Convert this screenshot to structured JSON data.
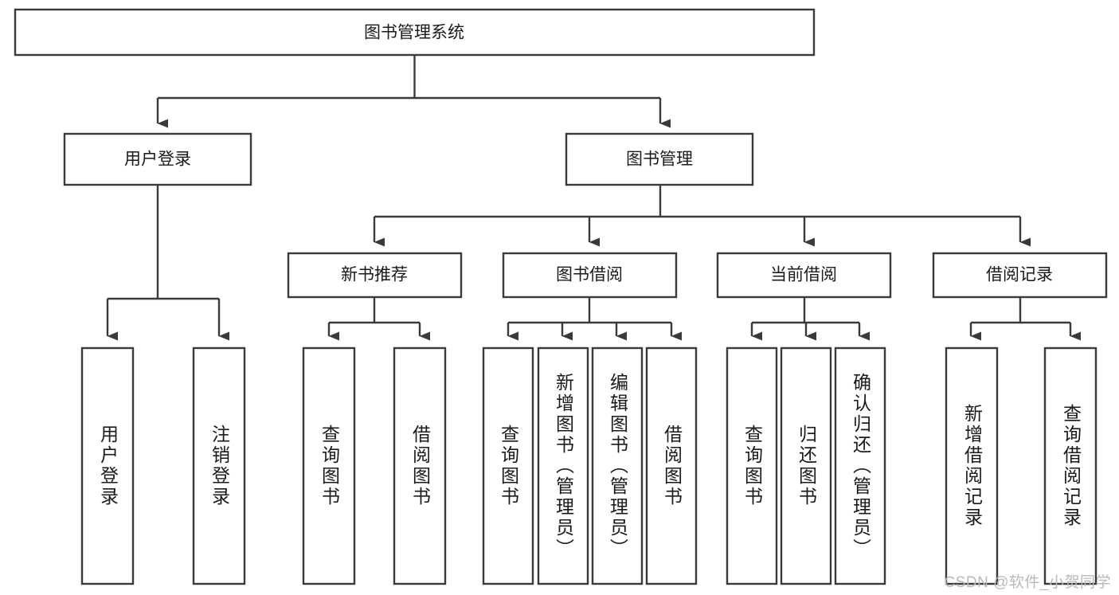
{
  "diagram": {
    "title": "图书管理系统",
    "type": "tree-hierarchy-chart",
    "root": {
      "label": "图书管理系统"
    },
    "level2": [
      {
        "label": "用户登录"
      },
      {
        "label": "图书管理"
      }
    ],
    "level3": [
      {
        "label": "新书推荐"
      },
      {
        "label": "图书借阅"
      },
      {
        "label": "当前借阅"
      },
      {
        "label": "借阅记录"
      }
    ],
    "leaves": {
      "user_login": [
        {
          "label": "用户登录"
        },
        {
          "label": "注销登录"
        }
      ],
      "new_book_recommend": [
        {
          "label": "查询图书"
        },
        {
          "label": "借阅图书"
        }
      ],
      "book_borrow": [
        {
          "label": "查询图书"
        },
        {
          "label": "新增图书（管理员）"
        },
        {
          "label": "编辑图书（管理员）"
        },
        {
          "label": "借阅图书"
        }
      ],
      "current_borrow": [
        {
          "label": "查询图书"
        },
        {
          "label": "归还图书"
        },
        {
          "label": "确认归还（管理员）"
        }
      ],
      "borrow_record": [
        {
          "label": "新增借阅记录"
        },
        {
          "label": "查询借阅记录"
        }
      ]
    }
  },
  "watermark": {
    "text": "CSDN @软件_小贺同学"
  },
  "colors": {
    "stroke": "#3a3a3a",
    "box_fill": "#ffffff",
    "text": "#1a1a1a",
    "watermark": "#b9b9b9",
    "background": "#ffffff"
  }
}
